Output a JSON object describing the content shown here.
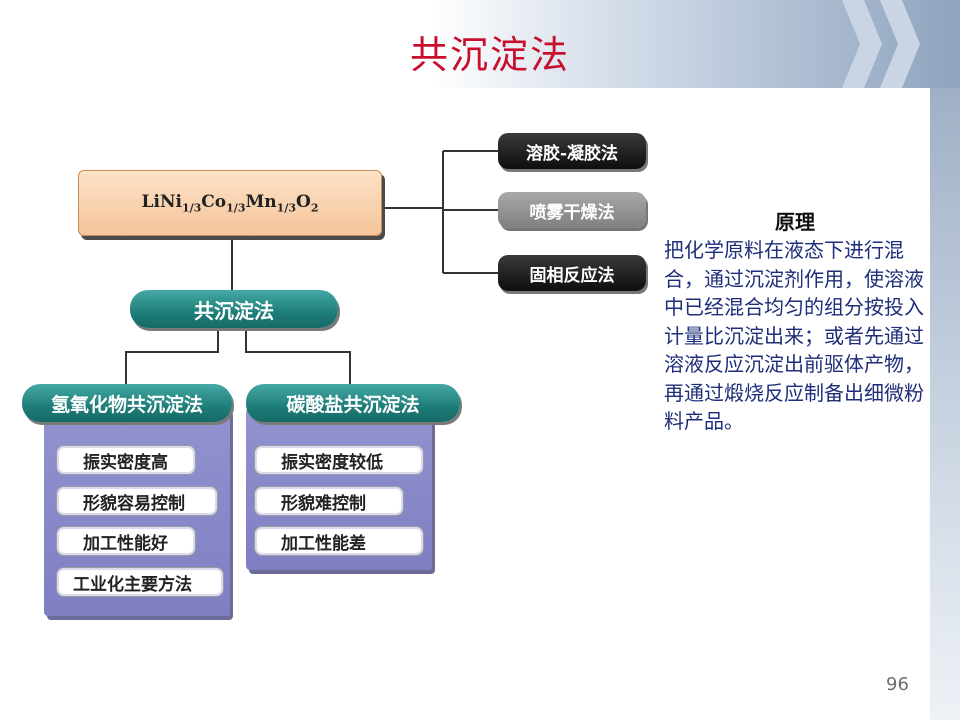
{
  "slide": {
    "title": "共沉淀法",
    "page_number": "96"
  },
  "diagram": {
    "formula": {
      "parts": [
        "LiNi",
        "1/3",
        "Co",
        "1/3",
        "Mn",
        "1/3",
        "O",
        "2"
      ]
    },
    "methods": [
      "溶胶-凝胶法",
      "喷雾干燥法",
      "固相反应法"
    ],
    "center": "共沉淀法",
    "hydroxide": {
      "title": "氢氧化物共沉淀法",
      "items": [
        "振实密度高",
        "形貌容易控制",
        "加工性能好",
        "工业化主要方法"
      ]
    },
    "carbonate": {
      "title": "碳酸盐共沉淀法",
      "items": [
        "振实密度较低",
        "形貌难控制",
        "加工性能差"
      ]
    }
  },
  "principle": {
    "title": "原理",
    "text": "把化学原料在液态下进行混合，通过沉淀剂作用，使溶液中已经混合均匀的组分按投入计量比沉淀出来；或者先通过溶液反应沉淀出前驱体产物，再通过煅烧反应制备出细微粉料产品。"
  }
}
